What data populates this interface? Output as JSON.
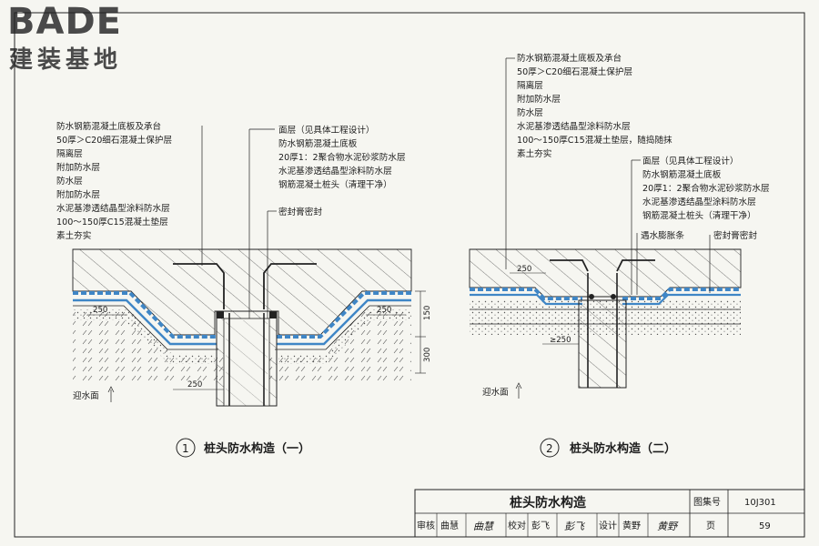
{
  "logo": {
    "word": "BADE",
    "cn": "建装基地"
  },
  "detail1": {
    "labels_left": [
      "防水钢筋混凝土底板及承台",
      "50厚＞C20细石混凝土保护层",
      "隔离层",
      "附加防水层",
      "防水层",
      "附加防水层",
      "水泥基渗透结晶型涂料防水层",
      "100～150厚C15混凝土垫层",
      "素土夯实"
    ],
    "labels_right": [
      "面层（见具体工程设计）",
      "防水钢筋混凝土底板",
      "20厚1：2聚合物水泥砂浆防水层",
      "水泥基渗透结晶型涂料防水层",
      "钢筋混凝土桩头（清理干净）"
    ],
    "sealant": "密封膏密封",
    "dims": {
      "left": "250",
      "right": "250",
      "bottom": "250",
      "d150": "150",
      "d300": "300"
    },
    "water_face": "迎水面",
    "caption_num": "1",
    "caption": "桩头防水构造（一）"
  },
  "detail2": {
    "labels_top": [
      "防水钢筋混凝土底板及承台",
      "50厚＞C20细石混凝土保护层",
      "隔离层",
      "附加防水层",
      "防水层",
      "水泥基渗透结晶型涂料防水层",
      "100～150厚C15混凝土垫层，随捣随抹",
      "素土夯实"
    ],
    "labels_right": [
      "面层（见具体工程设计）",
      "防水钢筋混凝土底板",
      "20厚1：2聚合物水泥砂浆防水层",
      "水泥基渗透结晶型涂料防水层",
      "钢筋混凝土桩头（清理干净）"
    ],
    "swell": "遇水膨胀条",
    "sealant": "密封膏密封",
    "dims": {
      "top": "250",
      "bottom": "≥250"
    },
    "water_face": "迎水面",
    "caption_num": "2",
    "caption": "桩头防水构造（二）"
  },
  "title_block": {
    "title": "桩头防水构造",
    "atlas_label": "图集号",
    "atlas_no": "10J301",
    "row": [
      "审核",
      "曲慧",
      "校对",
      "彭飞",
      "设计",
      "黄野",
      "页",
      "59"
    ],
    "sig1": "曲慧",
    "sig2": "彭飞",
    "sig3": "黄野"
  },
  "colors": {
    "line": "#1c1c1c",
    "waterproof": "#3f86c6",
    "paper": "#f6f6f1"
  }
}
